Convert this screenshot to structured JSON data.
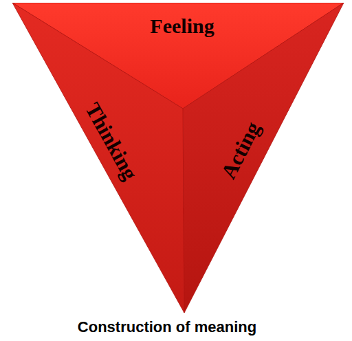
{
  "diagram": {
    "caption": "Construction of meaning",
    "nodes": [
      {
        "text": [
          "Feeling"
        ]
      },
      {
        "text": [
          "Thinking"
        ]
      },
      {
        "text": [
          "Acting"
        ]
      }
    ]
  }
}
